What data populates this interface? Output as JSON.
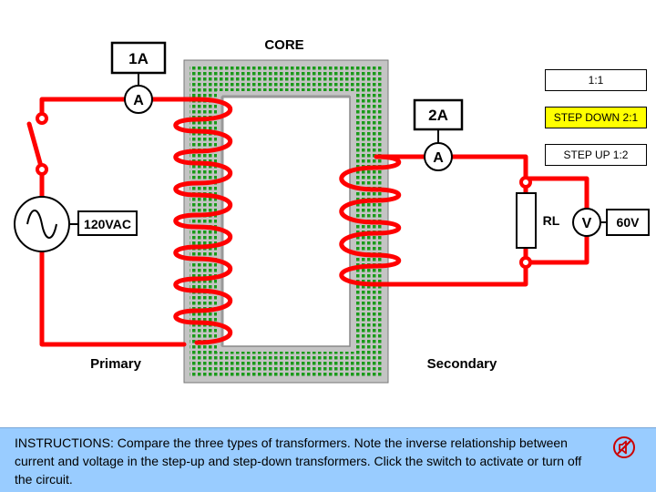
{
  "core_label": "CORE",
  "primary": {
    "label": "Primary",
    "source_label": "120VAC",
    "ammeter_symbol": "A",
    "ammeter_reading": "1A"
  },
  "secondary": {
    "label": "Secondary",
    "ammeter_symbol": "A",
    "ammeter_reading": "2A",
    "load_label": "RL",
    "voltmeter_symbol": "V",
    "voltmeter_reading": "60V"
  },
  "modes": {
    "one_to_one": "1:1",
    "step_down": "STEP DOWN 2:1",
    "step_up": "STEP UP 1:2",
    "active": "step_down"
  },
  "instructions": "INSTRUCTIONS: Compare the three types of transformers. Note the inverse relationship between current and voltage in the step-up and step-down transformers. Click the switch to activate or turn off the circuit.",
  "colors": {
    "wire": "#ff0000",
    "core_gray": "#c8c8c8",
    "core_dots": "#1a9a1a",
    "active_button": "#ffff00",
    "instructions_bg": "#99ccff",
    "sound_icon": "#cc0000"
  },
  "icons": {
    "sound": "sound-off-icon",
    "ac_source": "sine-wave-icon"
  }
}
